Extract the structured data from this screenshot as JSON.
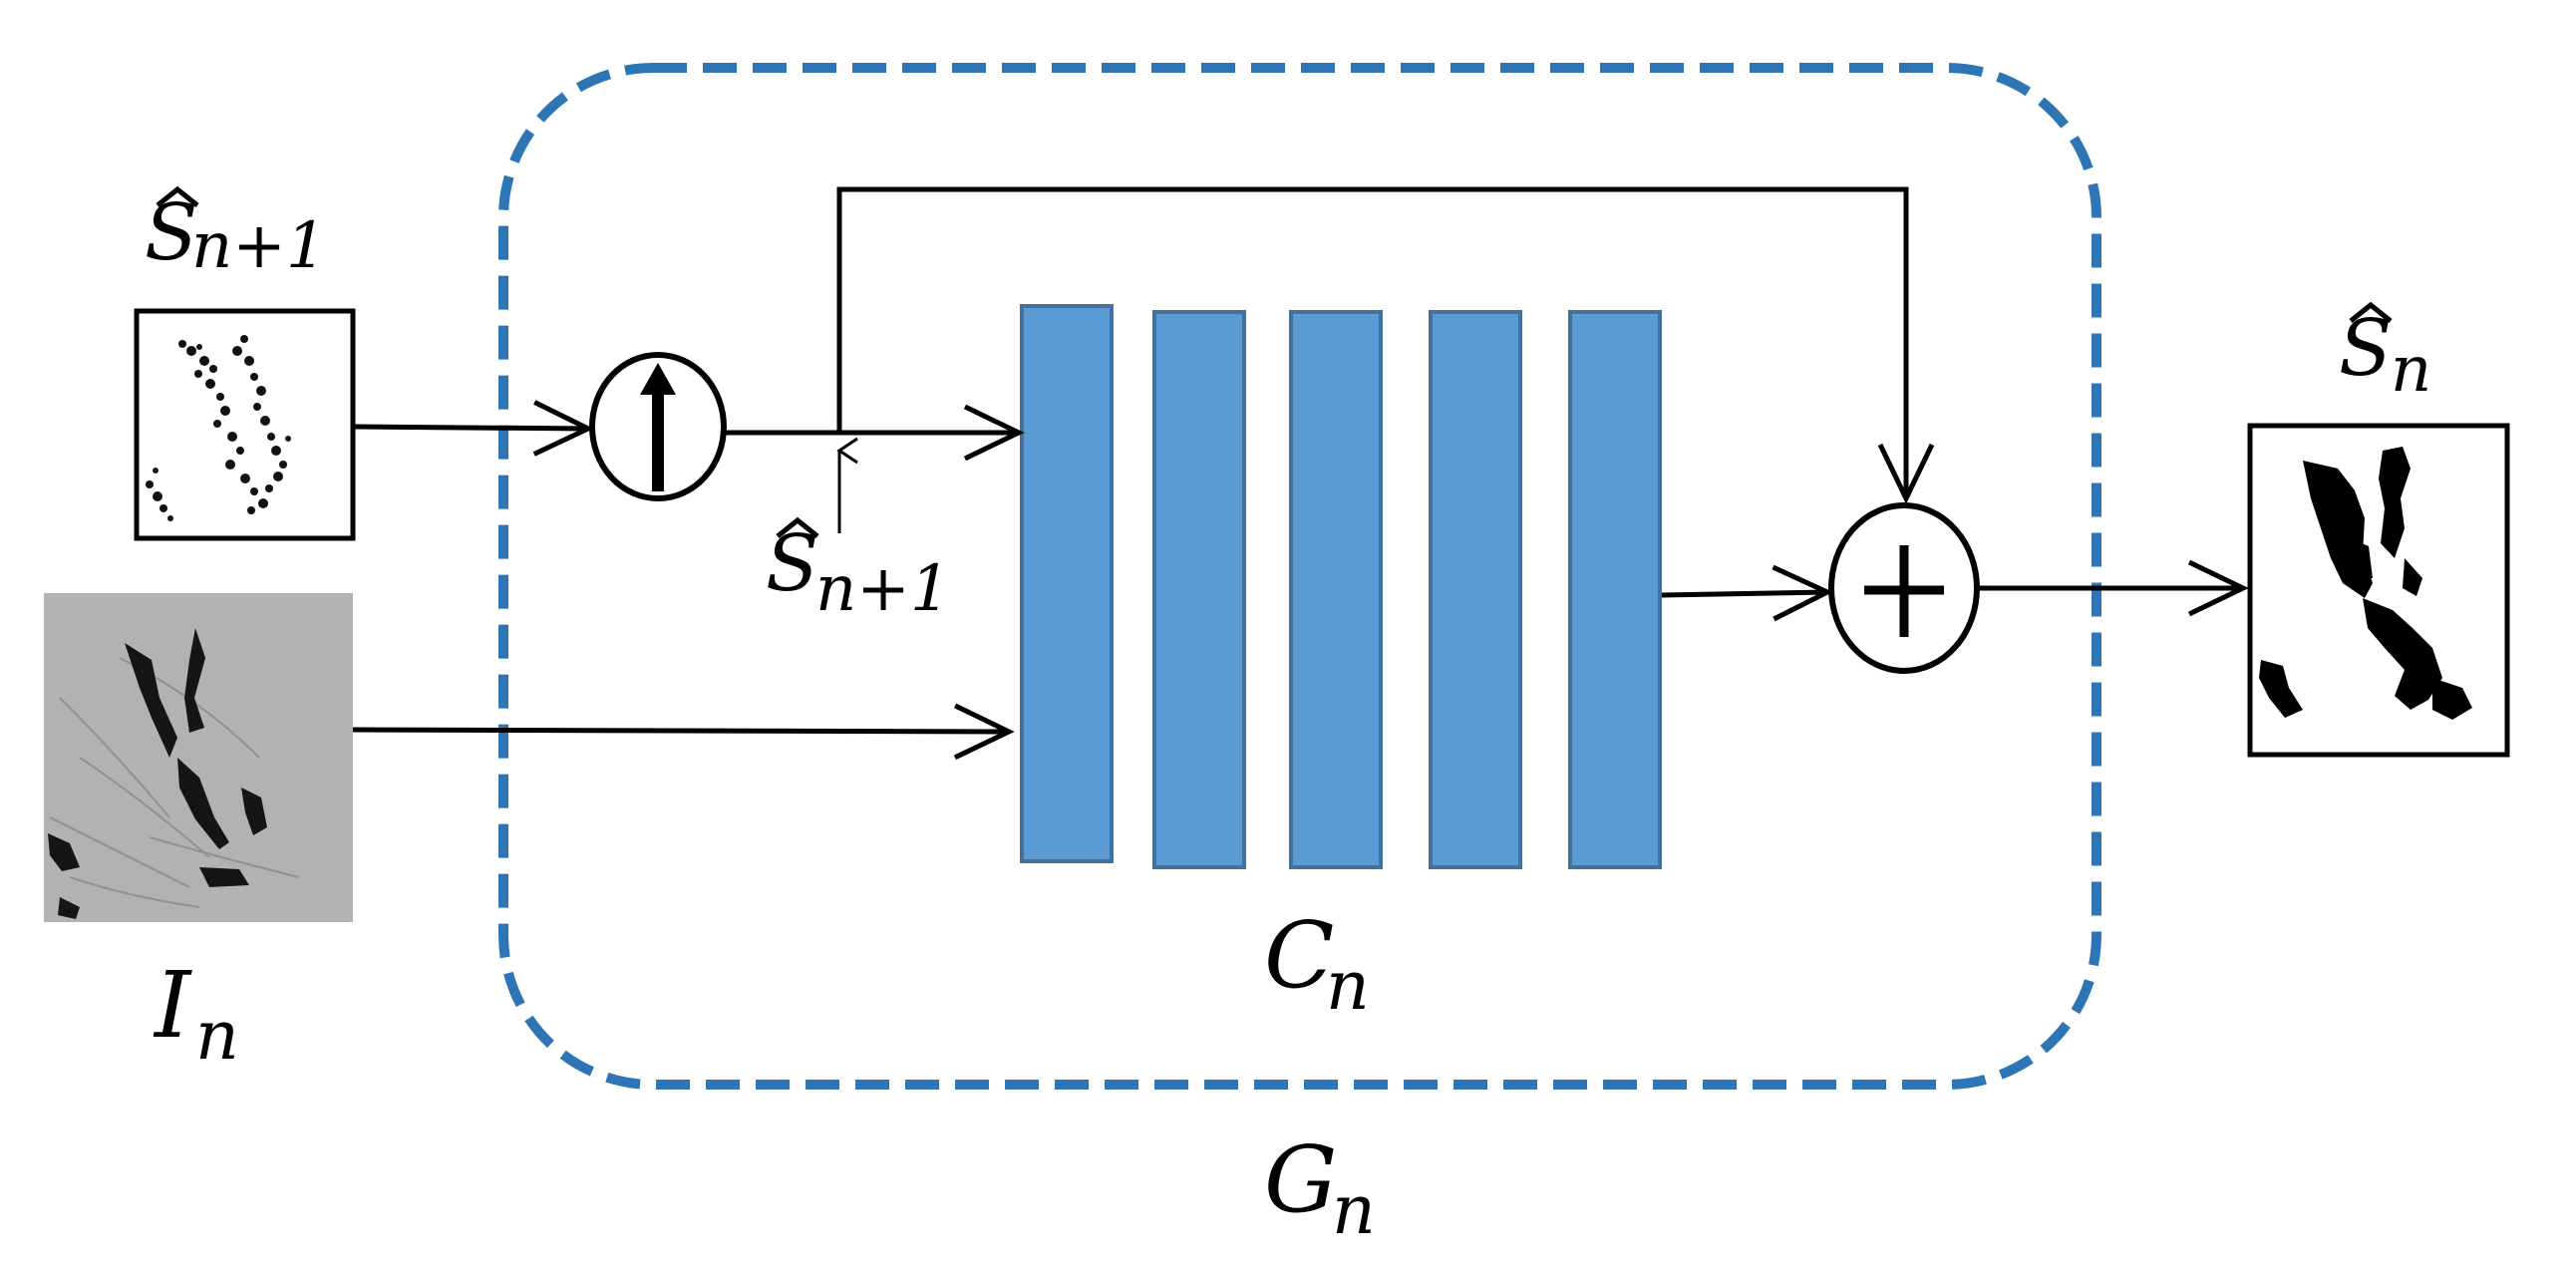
{
  "labels": {
    "s_hat_n_plus_1": {
      "base": "S",
      "sub": "n+1"
    },
    "s_hat_up": {
      "base": "S",
      "sub": "n+1"
    },
    "s_hat_n": {
      "base": "S",
      "sub": "n"
    },
    "i_n": {
      "base": "I",
      "sub": "n"
    },
    "c_n": {
      "base": "C",
      "sub": "n"
    },
    "g_n": {
      "base": "G",
      "sub": "n"
    }
  },
  "colors": {
    "block_fill": "#5b9bd5",
    "block_stroke": "#41719c",
    "dashed_border": "#2e75b6",
    "line": "#000000"
  },
  "icons": {
    "upsample": "up-arrow-in-circle",
    "add": "plus-in-circle"
  }
}
